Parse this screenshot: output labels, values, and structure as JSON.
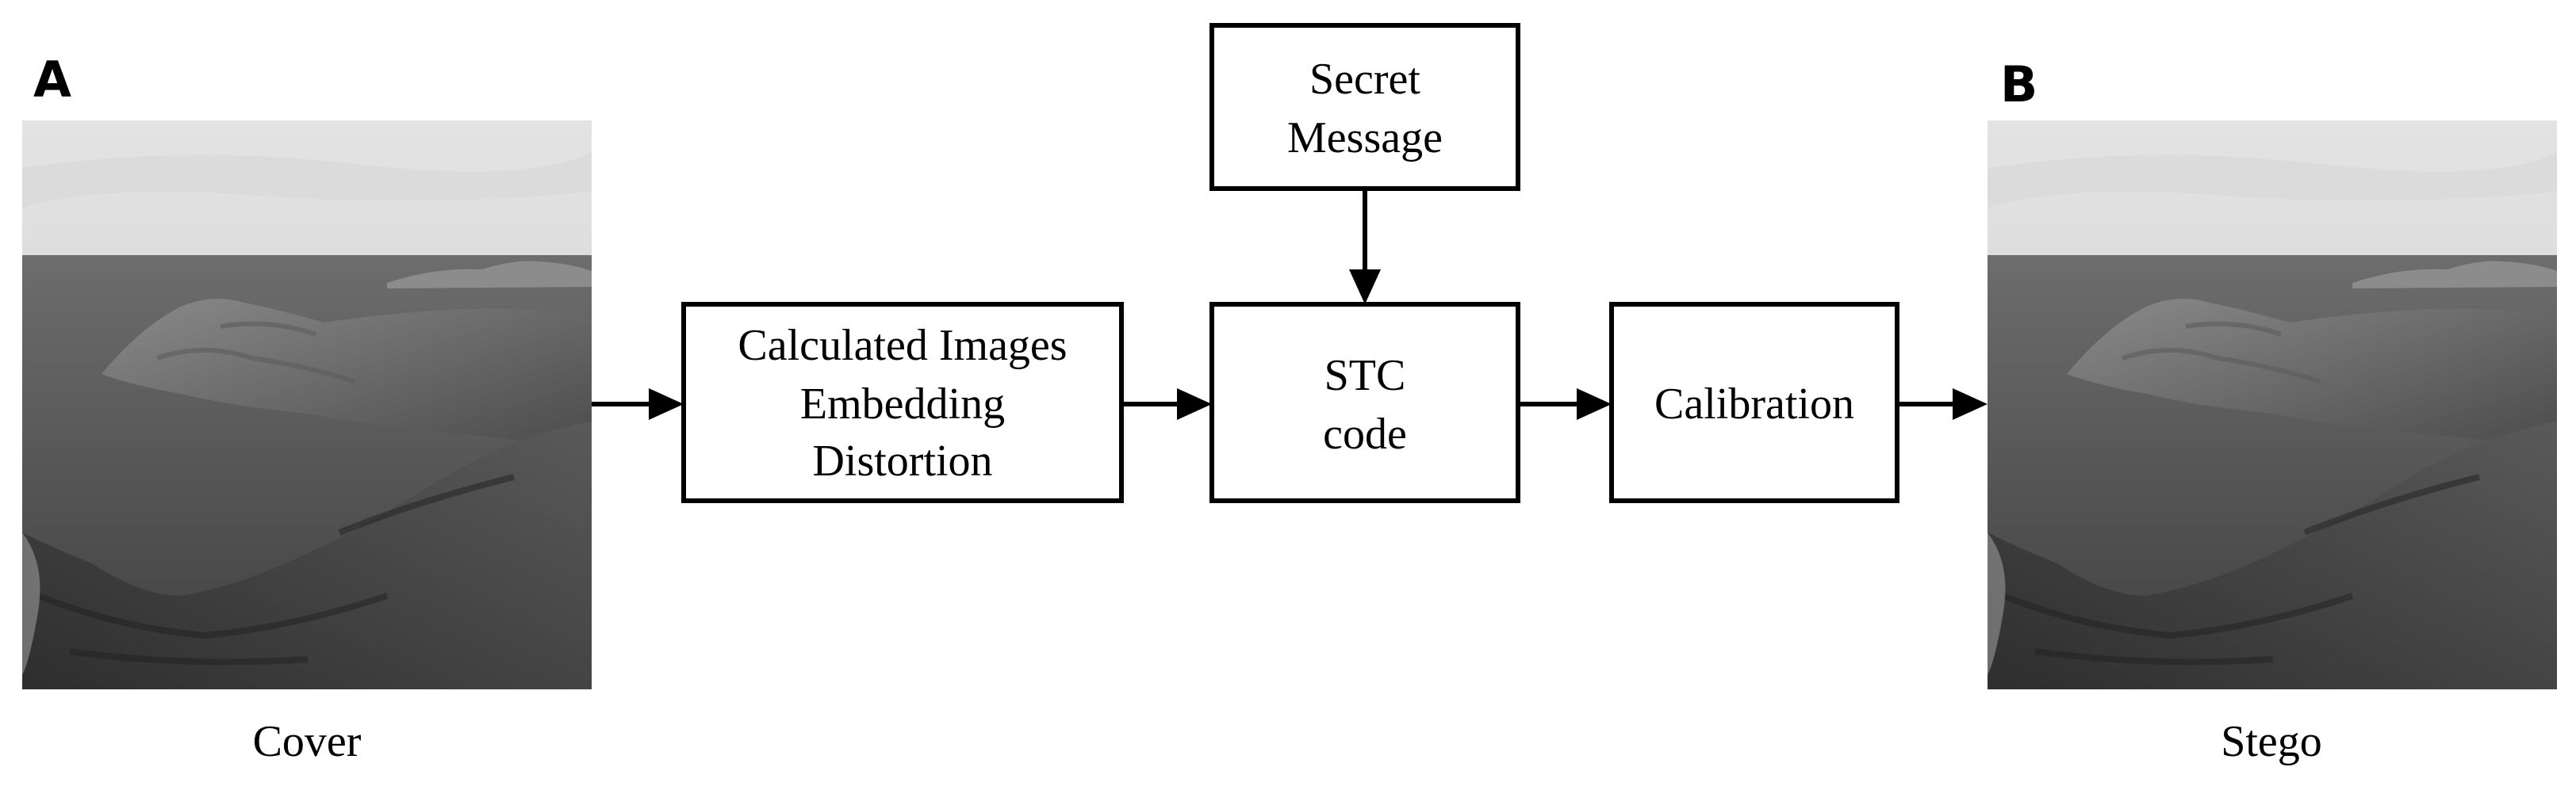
{
  "panels": {
    "a_label": "A",
    "b_label": "B"
  },
  "images": {
    "cover": {
      "caption": "Cover",
      "content": "grayscale coastal landscape photo"
    },
    "stego": {
      "caption": "Stego",
      "content": "grayscale coastal landscape photo"
    }
  },
  "boxes": {
    "distortion": {
      "lines": [
        "Calculated Images",
        "Embedding",
        "Distortion"
      ]
    },
    "secret": {
      "lines": [
        "Secret",
        "Message"
      ]
    },
    "stc": {
      "lines": [
        "STC",
        "code"
      ]
    },
    "calibration": {
      "lines": [
        "Calibration"
      ]
    }
  },
  "colors": {
    "stroke": "#000000",
    "background": "#ffffff"
  }
}
